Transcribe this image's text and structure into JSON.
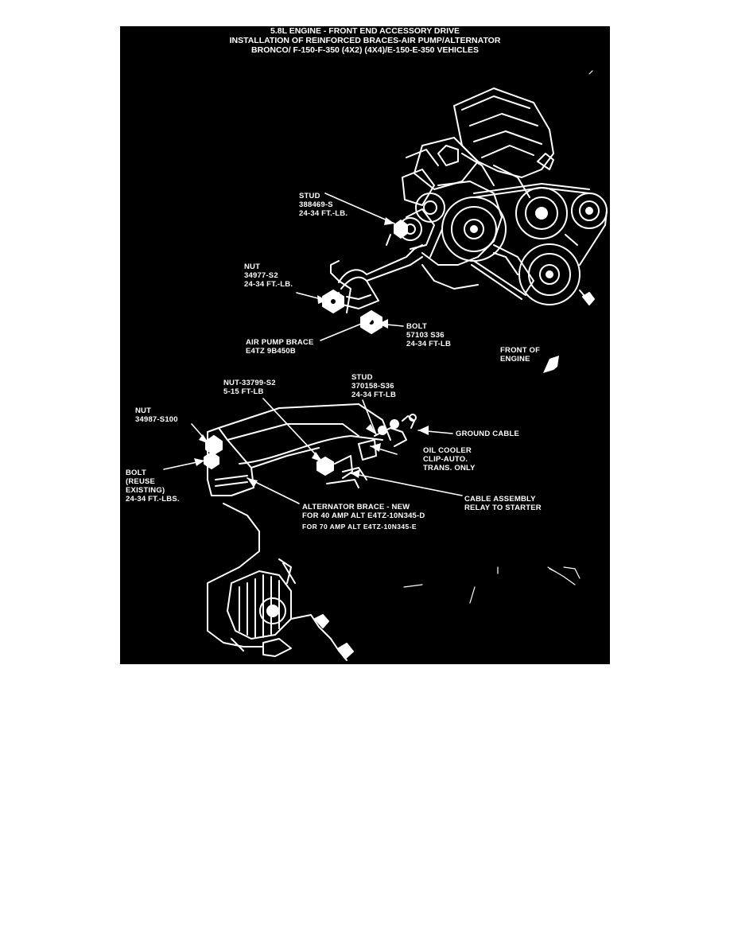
{
  "header": {
    "line1": "5.8L ENGINE - FRONT END ACCESSORY DRIVE",
    "line2": "INSTALLATION OF REINFORCED BRACES-AIR PUMP/ALTERNATOR",
    "line3": "BRONCO/ F-150-F-350 (4X2) (4X4)/E-150-E-350 VEHICLES"
  },
  "callouts": {
    "stud_upper": [
      "STUD",
      "388469-S",
      "24-34 FT.-LB."
    ],
    "nut_upper": [
      "NUT",
      "34977-S2",
      "24-34 FT.-LB."
    ],
    "bolt_upper": [
      "BOLT",
      "57103 S36",
      "24-34 FT-LB"
    ],
    "air_pump_brace": [
      "AIR PUMP BRACE",
      "E4TZ 9B450B"
    ],
    "front_of_engine": [
      "FRONT OF",
      "ENGINE"
    ],
    "stud_lower": [
      "STUD",
      "370158-S36",
      "24-34 FT-LB"
    ],
    "nut_mid": [
      "NUT-33799-S2",
      "5-15 FT-LB"
    ],
    "nut_left": [
      "NUT",
      "34987-S100"
    ],
    "ground_cable": [
      "GROUND CABLE"
    ],
    "oil_cooler": [
      "OIL COOLER",
      "CLIP-AUTO.",
      "TRANS. ONLY"
    ],
    "bolt_left": [
      "BOLT",
      "(REUSE",
      "EXISTING)",
      "24-34 FT.-LBS."
    ],
    "cable_assembly": [
      "CABLE ASSEMBLY",
      "RELAY TO STARTER"
    ],
    "alternator_brace": [
      "ALTERNATOR BRACE - NEW",
      "FOR 40 AMP ALT E4TZ-10N345-D",
      "FOR 70 AMP ALT E4TZ-10N345-E"
    ]
  }
}
